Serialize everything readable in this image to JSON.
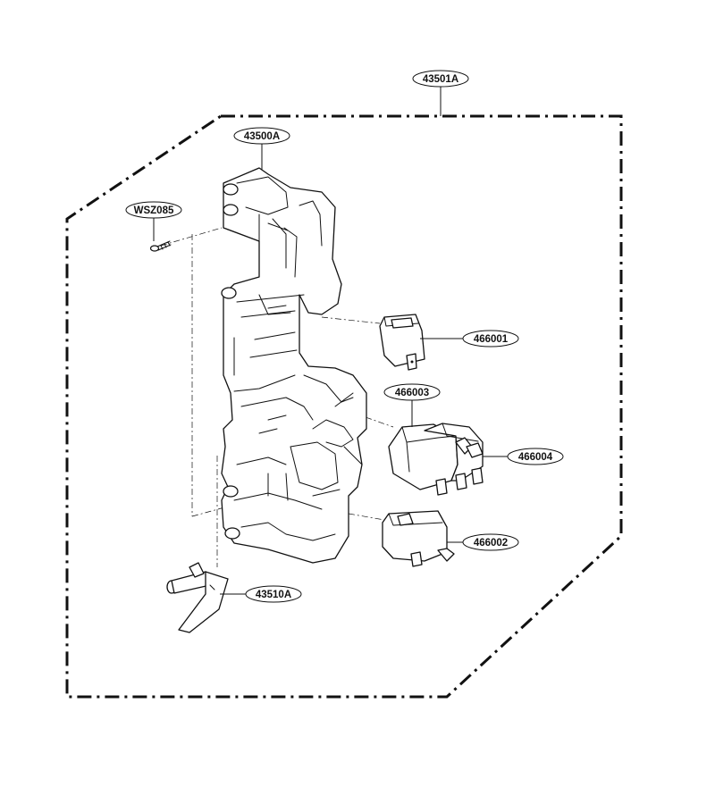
{
  "diagram": {
    "labels": {
      "assembly": "43501A",
      "frame": "43500A",
      "screw": "WSZ085",
      "switch_top": "466001",
      "switch_pair_upper": "466003",
      "switch_pair_right": "466004",
      "switch_bottom": "466002",
      "lever": "43510A"
    }
  }
}
